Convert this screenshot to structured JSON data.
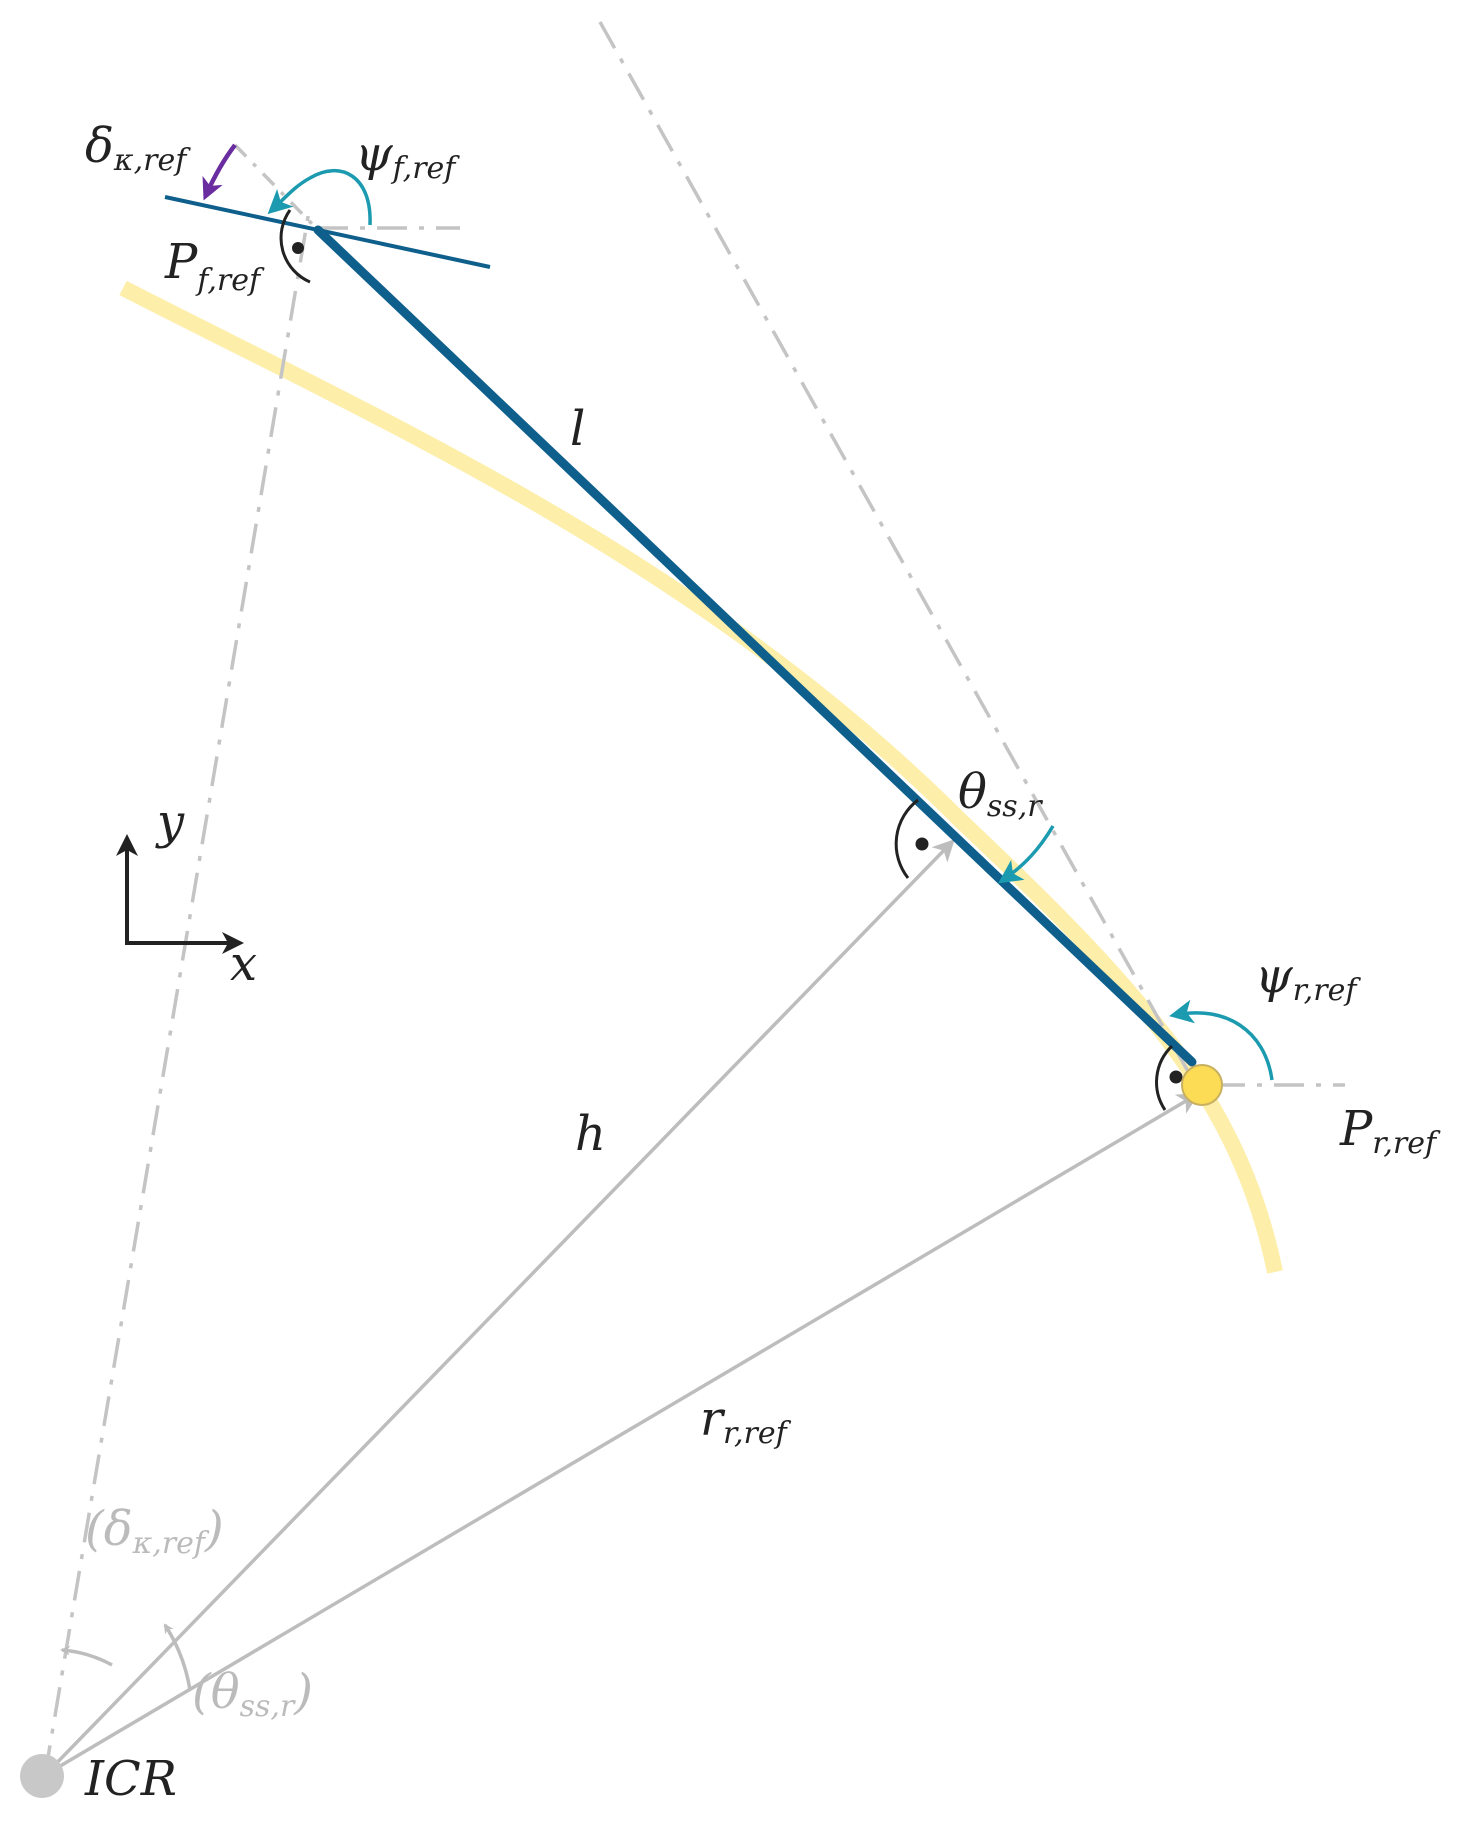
{
  "colors": {
    "path": "#fdeeaa",
    "vehicle": "#0e5f8c",
    "angle_arrow": "#1b9ab0",
    "steer_arrow": "#6a2da0",
    "construction": "#bdbdbd",
    "text": "#222222",
    "text_muted": "#bbbbbb",
    "rear_point": "#fddc55",
    "icr_point": "#c8c8c8"
  },
  "labels": {
    "delta_k": {
      "main": "δ",
      "sub": "κ,ref"
    },
    "psi_f": {
      "main": "ψ",
      "sub": "f,ref"
    },
    "p_f": {
      "main": "P",
      "sub": "f,ref"
    },
    "l": "l",
    "theta_ss": {
      "main": "θ",
      "sub": "ss,r"
    },
    "y_axis": "y",
    "x_axis": "x",
    "psi_r": {
      "main": "ψ",
      "sub": "r,ref"
    },
    "p_r": {
      "main": "P",
      "sub": "r,ref"
    },
    "h": "h",
    "r_ref": {
      "main": "r",
      "sub": "r,ref"
    },
    "delta_k_icr": {
      "open": "(δ",
      "sub": "κ,ref",
      "close": ")"
    },
    "theta_ss_icr": {
      "open": "(θ",
      "sub": "ss,r",
      "close": ")"
    },
    "icr": "ICR"
  }
}
